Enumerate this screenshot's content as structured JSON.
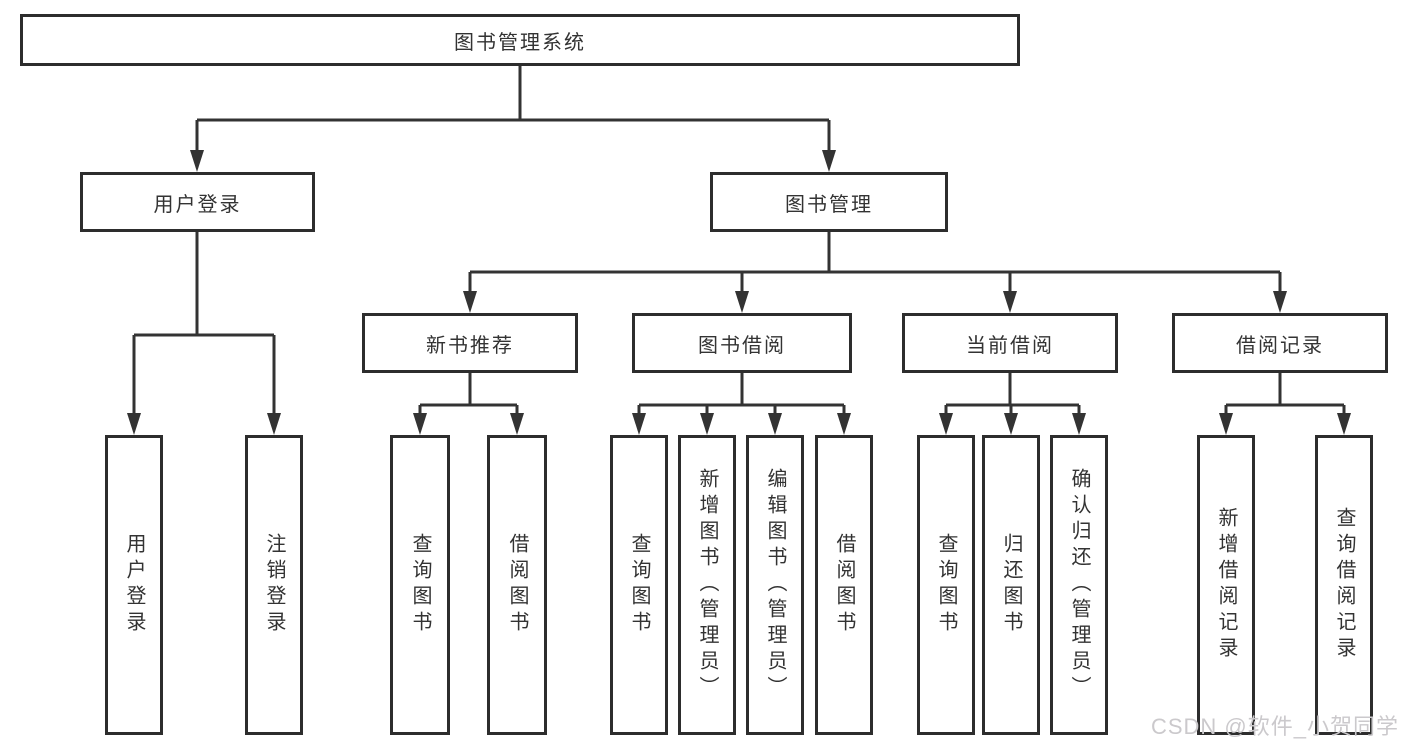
{
  "diagram_title": "图书管理系统",
  "tree": {
    "root": {
      "label": "图书管理系统"
    },
    "branches": [
      {
        "id": "user-login",
        "label": "用户登录",
        "children": [
          {
            "label": "用户登录"
          },
          {
            "label": "注销登录"
          }
        ]
      },
      {
        "id": "book-management",
        "label": "图书管理",
        "sections": [
          {
            "id": "new-book-recommend",
            "label": "新书推荐",
            "children": [
              {
                "label": "查询图书"
              },
              {
                "label": "借阅图书"
              }
            ]
          },
          {
            "id": "book-borrowing",
            "label": "图书借阅",
            "children": [
              {
                "label": "查询图书"
              },
              {
                "label": "新增图书（管理员）"
              },
              {
                "label": "编辑图书（管理员）"
              },
              {
                "label": "借阅图书"
              }
            ]
          },
          {
            "id": "current-borrowing",
            "label": "当前借阅",
            "children": [
              {
                "label": "查询图书"
              },
              {
                "label": "归还图书"
              },
              {
                "label": "确认归还（管理员）"
              }
            ]
          },
          {
            "id": "borrowing-records",
            "label": "借阅记录",
            "children": [
              {
                "label": "新增借阅记录"
              },
              {
                "label": "查询借阅记录"
              }
            ]
          }
        ]
      }
    ]
  },
  "watermark": {
    "text": "CSDN @软件_小贺同学"
  },
  "colors": {
    "border": "#2d2d2d",
    "line": "#333333",
    "text": "#333333",
    "background": "#ffffff",
    "watermark": "#cbc9cc"
  }
}
